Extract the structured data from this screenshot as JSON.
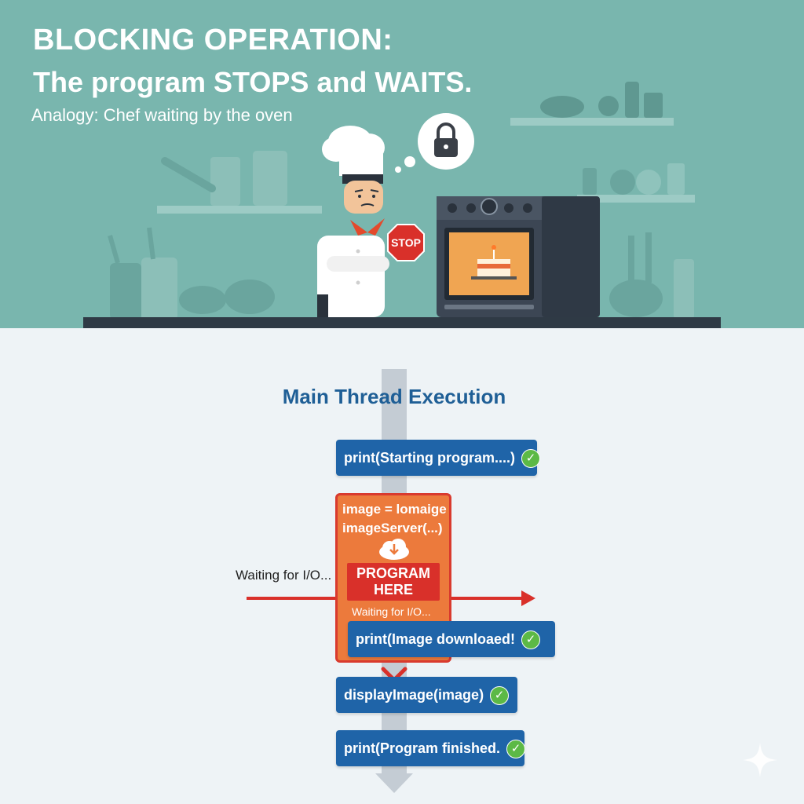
{
  "header": {
    "title_line1": "BLOCKING OPERATION:",
    "title_line2": "The program STOPS and WAITS.",
    "analogy": "Analogy: Chef waiting by the oven"
  },
  "illustration": {
    "stop_sign_label": "STOP",
    "thought_icon": "lock-icon"
  },
  "flow": {
    "title": "Main Thread Execution",
    "steps": [
      {
        "code": "print(Starting program....)",
        "status": "check"
      },
      {
        "code": "print(Image downloaed!",
        "status": "check"
      },
      {
        "code": "displayImage(image)",
        "status": "check"
      },
      {
        "code": "print(Program finished.",
        "status": "check"
      }
    ],
    "blocking_step": {
      "code_line1": "image = lomaige",
      "code_line2": "imageServer(...)",
      "icon": "cloud-download-icon",
      "badge": "PROGRAM HERE",
      "badge_line1": "PROGRAM",
      "badge_line2": "HERE",
      "waiting_text": "Waiting for I/O..."
    },
    "side_label": "Waiting for I/O..."
  },
  "colors": {
    "header_bg": "#79b6ae",
    "step_bg": "#1f64a8",
    "block_bg": "#ec7a3c",
    "alert_red": "#d9302a",
    "check_green": "#5cb946",
    "title_blue": "#1f5f96"
  }
}
